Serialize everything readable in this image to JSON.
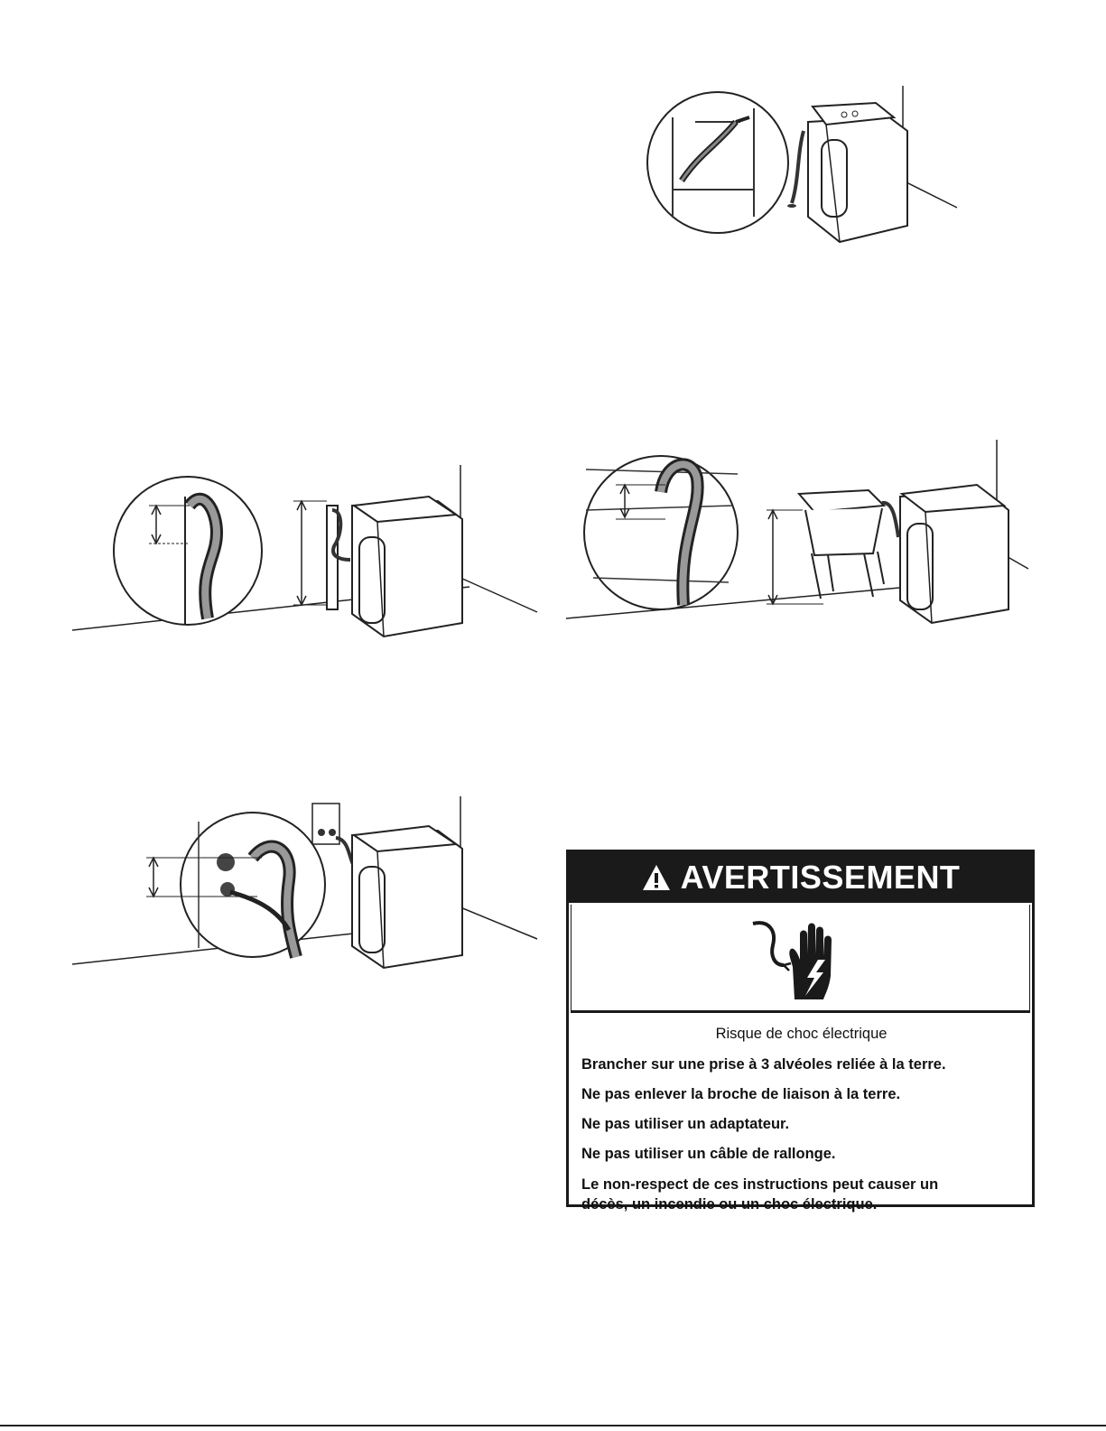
{
  "warning": {
    "header": "AVERTISSEMENT",
    "icon": "electric-shock-hand-icon",
    "title": "Risque de choc électrique",
    "lines": [
      "Brancher sur une prise à 3 alvéoles reliée à la terre.",
      "Ne pas enlever la broche de liaison à la terre.",
      "Ne pas utiliser un adaptateur.",
      "Ne pas utiliser un câble de rallonge.",
      "Le non-respect de ces instructions peut causer un décès, un incendie ou un choc électrique."
    ]
  },
  "figures": [
    {
      "name": "drain-hose-washer-back-illustration"
    },
    {
      "name": "standpipe-drain-illustration"
    },
    {
      "name": "laundry-tub-drain-illustration"
    },
    {
      "name": "faucet-hookup-drain-illustration"
    }
  ]
}
